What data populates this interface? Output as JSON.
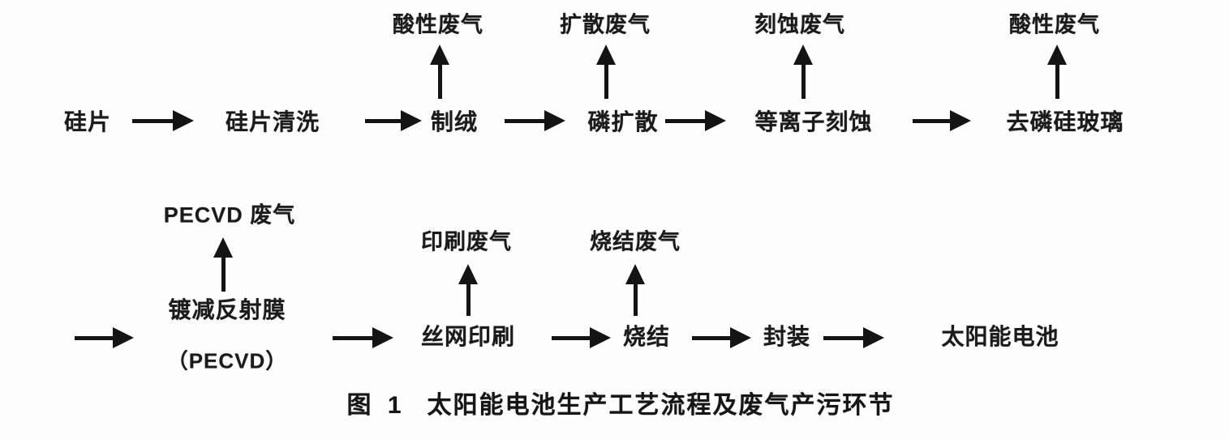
{
  "colors": {
    "background": "#fdfdfd",
    "text": "#1b1b1b",
    "arrow": "#141414"
  },
  "caption": {
    "prefix": "图 1",
    "title": "太阳能电池生产工艺流程及废气产污环节"
  },
  "flow": {
    "row1": {
      "steps": [
        {
          "label": "硅片"
        },
        {
          "label": "硅片清洗"
        },
        {
          "label": "制绒",
          "waste": "酸性废气"
        },
        {
          "label": "磷扩散",
          "waste": "扩散废气"
        },
        {
          "label": "等离子刻蚀",
          "waste": "刻蚀废气"
        },
        {
          "label": "去磷硅玻璃",
          "waste": "酸性废气"
        }
      ]
    },
    "row2": {
      "steps": [
        {
          "label": "镀减反射膜",
          "sublabel": "（PECVD）",
          "waste": "PECVD 废气"
        },
        {
          "label": "丝网印刷",
          "waste": "印刷废气"
        },
        {
          "label": "烧结",
          "waste": "烧结废气"
        },
        {
          "label": "封装"
        },
        {
          "label": "太阳能电池"
        }
      ]
    }
  }
}
